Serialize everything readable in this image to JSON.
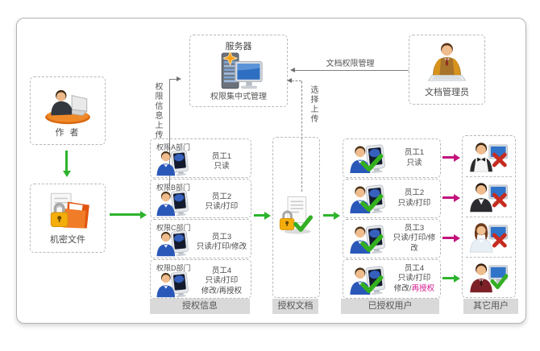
{
  "colors": {
    "green": "#2db32d",
    "magenta": "#c3137b",
    "highlight": "#d4168c",
    "bar_bg": "#d9d9d9"
  },
  "author": {
    "label": "作 者"
  },
  "confidential_file": {
    "label": "机密文件"
  },
  "server": {
    "title": "服务器",
    "caption": "权限集中式管理"
  },
  "doc_admin": {
    "label": "文档管理员"
  },
  "flows": {
    "doc_perm_manage": "文档权限管理",
    "perm_info_upload": "权限信息上传",
    "select_upload": "选择上传"
  },
  "auth_info": {
    "footer": "授权信息",
    "rows": [
      {
        "dept": "权限A部门",
        "name": "员工1",
        "perm1": "只读"
      },
      {
        "dept": "权限B部门",
        "name": "员工2",
        "perm1": "只读/打印"
      },
      {
        "dept": "权限C部门",
        "name": "员工3",
        "perm1": "只读/打印/修改"
      },
      {
        "dept": "权限D部门",
        "name": "员工4",
        "perm1": "只读/打印",
        "perm2": "修改/再授权"
      }
    ]
  },
  "auth_doc": {
    "footer": "授权文档"
  },
  "authorized_users": {
    "footer": "已授权用户",
    "rows": [
      {
        "name": "员工1",
        "perm1": "只读"
      },
      {
        "name": "员工2",
        "perm1": "只读/打印"
      },
      {
        "name": "员工3",
        "perm1": "只读/打印/修改"
      },
      {
        "name": "员工4",
        "perm1": "只读/打印",
        "perm2_pre": "修改/",
        "perm2_hl": "再授权"
      }
    ]
  },
  "other_users": {
    "footer": "其它用户",
    "icons": [
      "denied-user-waiter",
      "denied-user-vest",
      "denied-user-woman",
      "allowed-user-suit"
    ]
  }
}
